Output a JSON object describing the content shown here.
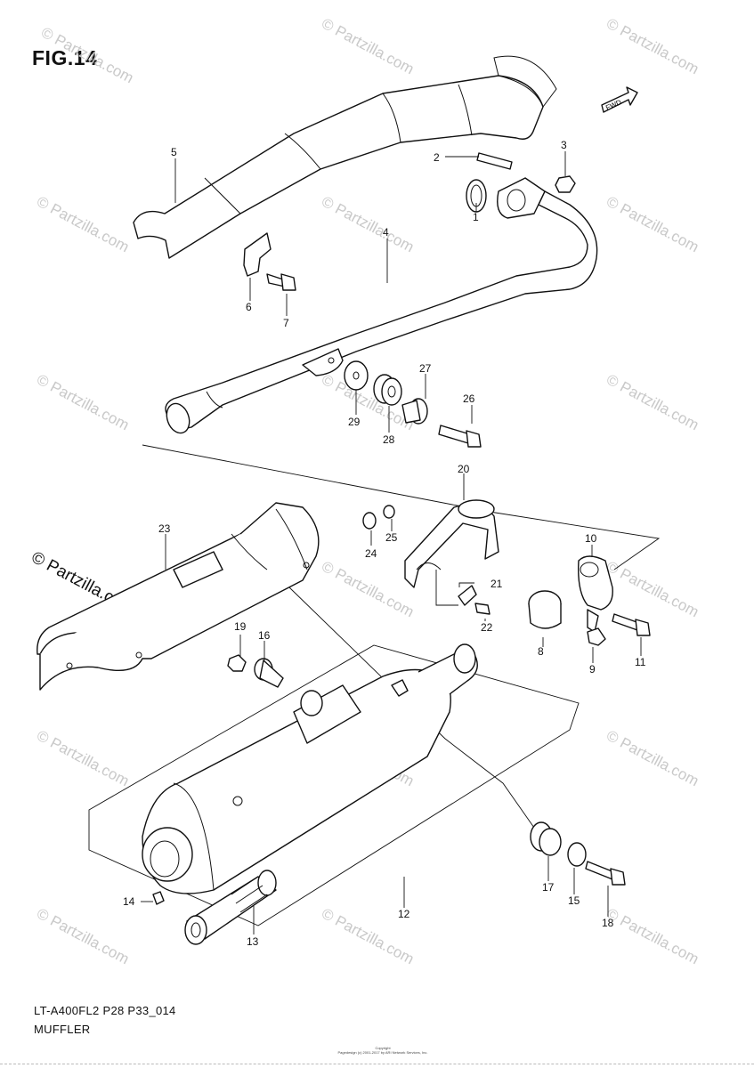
{
  "figure": {
    "title": "FIG.14",
    "model_code": "LT-A400FL2 P28 P33_014",
    "section_name": "MUFFLER",
    "fwd_label": "FWD",
    "copyright_line1": "Copyright",
    "copyright_line2": "Pagedesign (c) 2001-2017 by ARI Network Services, Inc."
  },
  "watermark": {
    "text": "© Partzilla.com"
  },
  "callouts": {
    "c1": "1",
    "c2": "2",
    "c3": "3",
    "c4": "4",
    "c5": "5",
    "c6": "6",
    "c7": "7",
    "c8": "8",
    "c9": "9",
    "c10": "10",
    "c11": "11",
    "c12": "12",
    "c13": "13",
    "c14": "14",
    "c15": "15",
    "c16": "16",
    "c17": "17",
    "c18": "18",
    "c19": "19",
    "c20": "20",
    "c21": "21",
    "c22": "22",
    "c23": "23",
    "c24": "24",
    "c25": "25",
    "c26": "26",
    "c27": "27",
    "c28": "28",
    "c29": "29"
  }
}
